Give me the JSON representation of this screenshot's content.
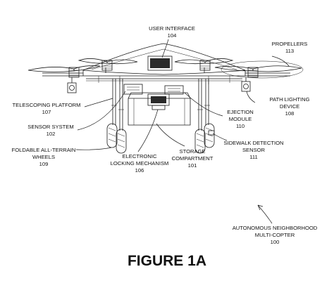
{
  "figure_title": "FIGURE 1A",
  "labels": {
    "user_interface": {
      "name": "USER INTERFACE",
      "ref": "104"
    },
    "propellers": {
      "name": "PROPELLERS",
      "ref": "113"
    },
    "telescoping_platform": {
      "name": "TELESCOPING PLATFORM",
      "ref": "107"
    },
    "path_lighting": {
      "line1": "PATH LIGHTING",
      "line2": "DEVICE",
      "ref": "108"
    },
    "sensor_system": {
      "name": "SENSOR SYSTEM",
      "ref": "102"
    },
    "ejection_module": {
      "line1": "EJECTION",
      "line2": "MODULE",
      "ref": "110"
    },
    "foldable_wheels": {
      "line1": "FOLDABLE ALL-TERRAIN",
      "line2": "WHEELS",
      "ref": "109"
    },
    "electronic_locking": {
      "line1": "ELECTRONIC",
      "line2": "LOCKING MECHANISM",
      "ref": "106"
    },
    "storage_compartment": {
      "line1": "STORAGE",
      "line2": "COMPARTMENT",
      "ref": "101"
    },
    "sidewalk_sensor": {
      "line1": "SIDEWALK DETECTION",
      "line2": "SENSOR",
      "ref": "111"
    },
    "multicopter": {
      "line1": "AUTONOMOUS NEIGHBORHOOD",
      "line2": "MULTI-COPTER",
      "ref": "100"
    }
  }
}
